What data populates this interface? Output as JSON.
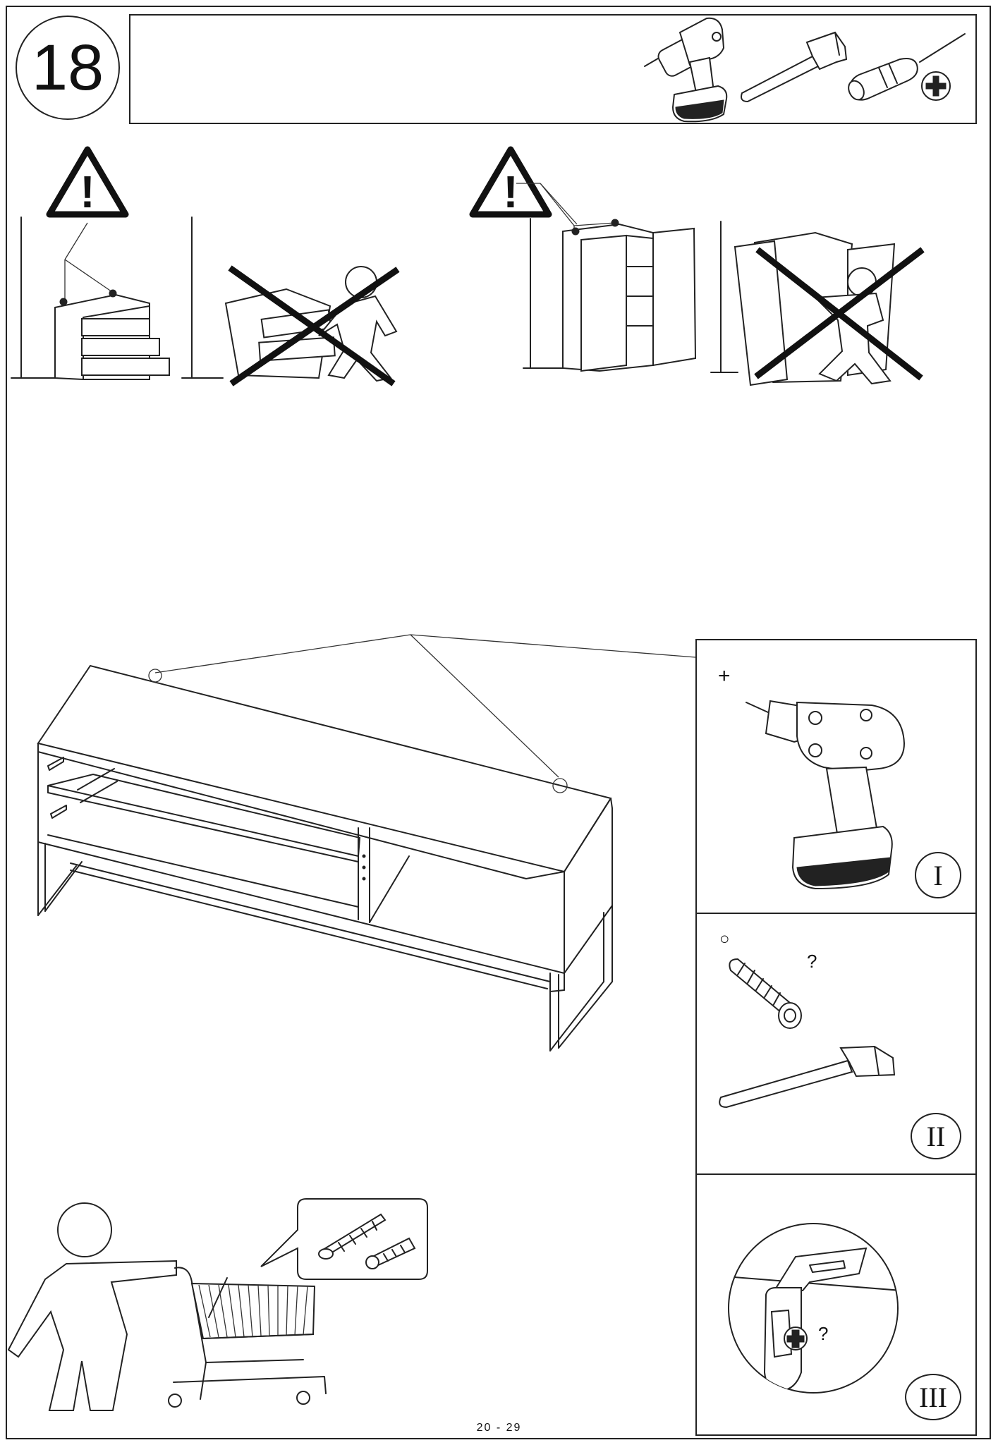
{
  "step": {
    "number": "18"
  },
  "tools": [
    {
      "icon": "cordless-drill-icon"
    },
    {
      "icon": "hammer-icon"
    },
    {
      "icon": "screwdriver-icon"
    },
    {
      "icon": "phillips-head-icon"
    }
  ],
  "warnings": [
    {
      "icon": "warning-triangle-icon",
      "symbol": "!"
    },
    {
      "icon": "warning-triangle-icon",
      "symbol": "!"
    }
  ],
  "detail_panels": [
    {
      "label": "I",
      "icon": "drill-icon",
      "mark": "+"
    },
    {
      "label": "II",
      "icon": "wall-plug-and-hammer-icon",
      "mark": "○",
      "question": "?"
    },
    {
      "label": "III",
      "icon": "wall-bracket-screw-icon",
      "question": "?"
    }
  ],
  "shopping_hint": {
    "icon": "shopping-cart-icon",
    "bubble_icon": "screw-and-plug-icon"
  },
  "page": {
    "number": "20 - 29"
  },
  "colors": {
    "line": "#222222",
    "background": "#ffffff"
  }
}
